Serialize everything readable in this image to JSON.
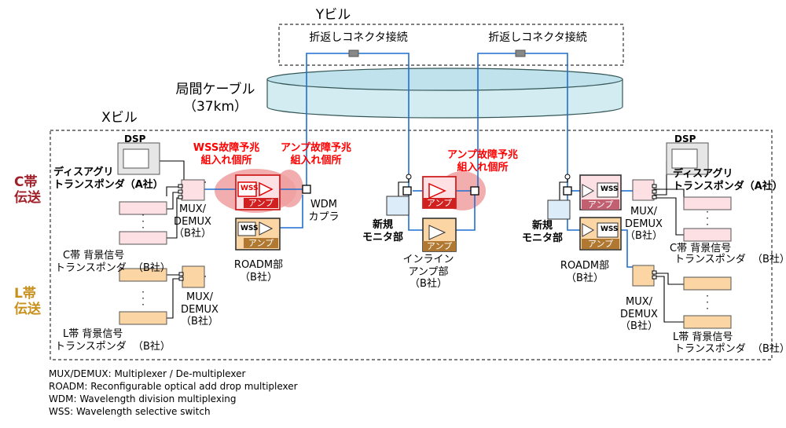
{
  "buildings": {
    "y": "Yビル",
    "x": "Xビル"
  },
  "cable": {
    "name": "局間ケーブル",
    "length": "（37km）"
  },
  "labels": {
    "loopback_connector": "折返しコネクタ接続"
  },
  "bands": {
    "c": {
      "line1": "C帯",
      "line2": "伝送"
    },
    "l": {
      "line1": "L帯",
      "line2": "伝送"
    }
  },
  "faults": {
    "wss": {
      "line1": "WSS故障予兆",
      "line2": "組入れ個所"
    },
    "amp": {
      "line1": "アンプ故障予兆",
      "line2": "組入れ個所"
    }
  },
  "companies": {
    "a": "（A社）",
    "b": "（B社）"
  },
  "devices": {
    "dsp": "DSP",
    "disagg_line1": "ディスアグリ",
    "disagg_line2": "トランスポンダ",
    "mux_line1": "MUX/",
    "mux_line2": "DEMUX",
    "c_bg_line1": "C帯 背景信号",
    "l_bg_line1": "L帯 背景信号",
    "transponder": "トランスポンダ",
    "roadm": "ROADM部",
    "wdm_line1": "WDM",
    "wdm_line2": "カプラ",
    "inline_line1": "インライン",
    "inline_line2": "アンプ部",
    "monitor_line1": "新規",
    "monitor_line2": "モニタ部",
    "wss": "WSS",
    "amp": "アンプ"
  },
  "legend": [
    "MUX/DEMUX: Multiplexer / De-multiplexer",
    "ROADM: Reconfigurable optical add drop multiplexer",
    "WDM: Wavelength division multiplexing",
    "WSS: Wavelength selective switch"
  ],
  "colors": {
    "fiber": "#1f6fd0",
    "fault_text": "#ff0000",
    "fault_highlight": "#f0a0a0",
    "c_band_label": "#a0202a",
    "l_band_label": "#c8901a",
    "c_band_fill": "#fde0e4",
    "l_band_fill": "#fbd6a4",
    "monitor_fill": "#dcedf9",
    "cable_fill": "#d3ecf2"
  }
}
